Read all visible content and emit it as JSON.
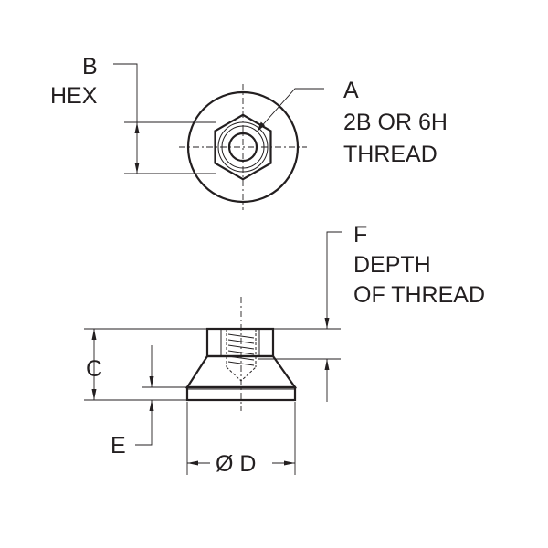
{
  "labels": {
    "b_letter": "B",
    "b_hex": "HEX",
    "a_letter": "A",
    "a_thread_class": "2B OR 6H",
    "a_thread": "THREAD",
    "f_letter": "F",
    "f_depth": "DEPTH",
    "f_of_thread": "OF THREAD",
    "c_letter": "C",
    "e_letter": "E",
    "d_diameter": "Ø D"
  },
  "colors": {
    "line": "#231f20",
    "background": "#ffffff"
  }
}
